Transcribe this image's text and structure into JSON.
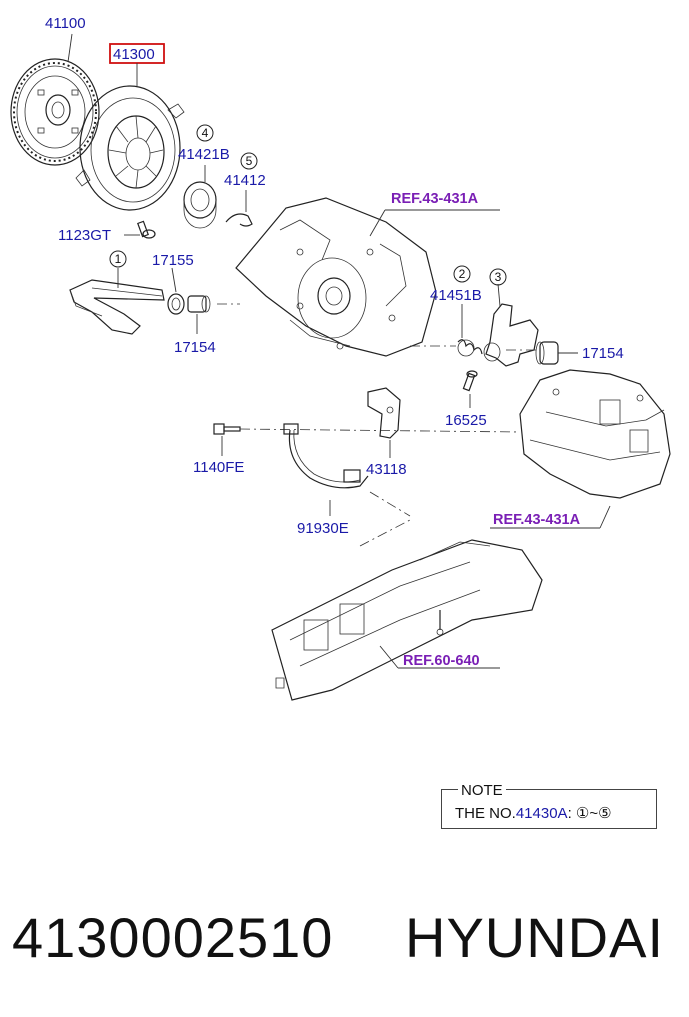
{
  "labels": {
    "clutch_disc": "41100",
    "clutch_cover": "41300",
    "release_bearing": "41421B",
    "retainer_clip": "41412",
    "bolt_cover": "1123GT",
    "seal_a": "17155",
    "seal_b": "17154",
    "fork_spring": "41451B",
    "bushing": "17154",
    "bolt_fork": "16525",
    "bolt_bracket": "1140FE",
    "bracket": "43118",
    "harness_clip": "91930E"
  },
  "refs": {
    "ref_top": "REF.43-431A",
    "ref_mid": "REF.43-431A",
    "ref_bottom": "REF.60-640"
  },
  "callouts": {
    "c1": "1",
    "c2": "2",
    "c3": "3",
    "c4": "4",
    "c5": "5"
  },
  "note": {
    "title": "NOTE",
    "prefix": "THE NO.",
    "part": "41430A",
    "suffix": ": ①~⑤"
  },
  "footer": {
    "part_number": "4130002510",
    "brand": "HYUNDAI"
  },
  "colors": {
    "label": "#1a1aa8",
    "ref": "#7a1fb5",
    "highlight_box": "#d01010"
  }
}
